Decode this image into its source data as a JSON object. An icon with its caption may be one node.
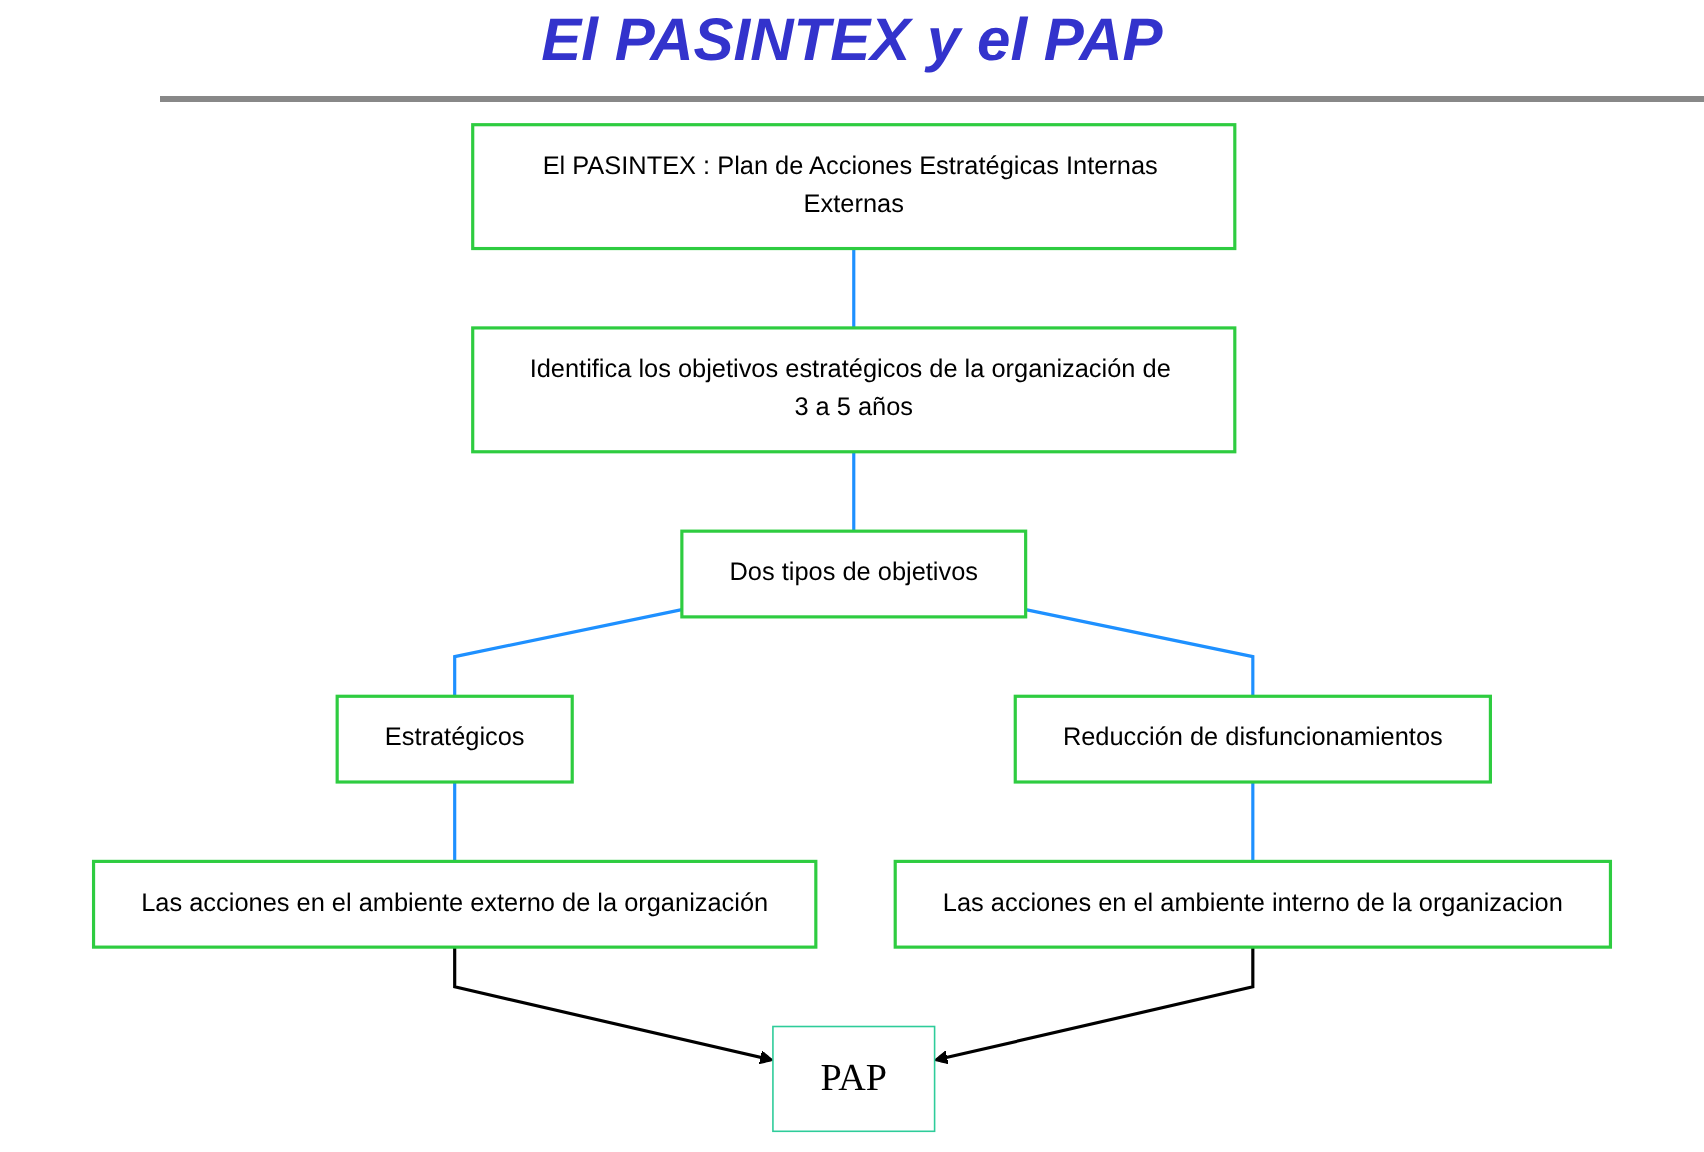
{
  "diagram": {
    "title": "El PASINTEX y el PAP",
    "nodes": [
      {
        "text": [
          "El PASINTEX : Plan de Acciones Estratégicas Internas Externas"
        ]
      },
      {
        "text": [
          "Identifica los objetivos estratégicos de la organización de 3 a 5 años"
        ]
      },
      {
        "text": [
          "Dos tipos de objetivos"
        ]
      },
      {
        "text": [
          "Estratégicos"
        ]
      },
      {
        "text": [
          "Reducción de disfuncionamientos"
        ]
      },
      {
        "text": [
          "Las acciones en el ambiente externo de la organización"
        ]
      },
      {
        "text": [
          "PAP"
        ]
      },
      {
        "text": [
          "Las acciones en el ambiente interno de la organizacion"
        ]
      }
    ],
    "edges": [
      {
        "from": 0,
        "to": 1,
        "arrow": "none"
      },
      {
        "from": 1,
        "to": 2,
        "arrow": "none"
      },
      {
        "from": 2,
        "to": 3,
        "arrow": "none"
      },
      {
        "from": 2,
        "to": 4,
        "arrow": "none"
      },
      {
        "from": 3,
        "to": 5,
        "arrow": "none"
      },
      {
        "from": 4,
        "to": 7,
        "arrow": "none"
      },
      {
        "from": 5,
        "to": 6,
        "arrow": "to",
        "color": "#000000"
      },
      {
        "from": 7,
        "to": 6,
        "arrow": "to",
        "color": "#000000"
      }
    ]
  }
}
